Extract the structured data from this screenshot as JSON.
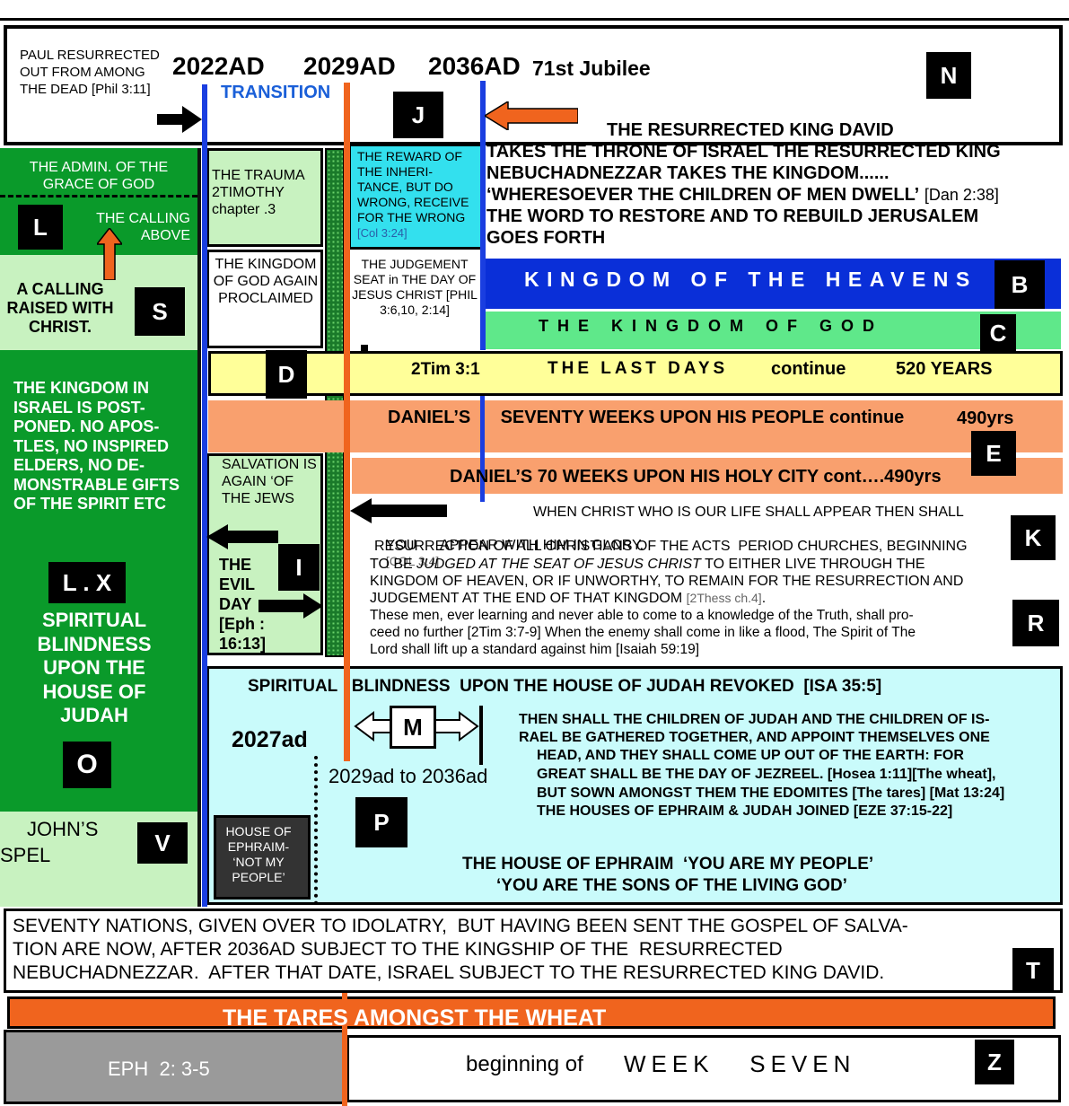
{
  "header": {
    "paul_text": "PAUL RESURRECTED OUT FROM AMONG THE DEAD [Phil 3:11]",
    "y2022": "2022AD",
    "y2029": "2029AD",
    "y2036": "2036AD",
    "jubilee": "71st Jubilee",
    "transition": "TRANSITION"
  },
  "labels": {
    "N": "N",
    "J": "J",
    "L": "L",
    "S": "S",
    "B": "B",
    "C": "C",
    "D": "D",
    "E": "E",
    "K": "K",
    "R": "R",
    "I": "I",
    "LX": "L . X",
    "O": "O",
    "V": "V",
    "M": "M",
    "P": "P",
    "T": "T",
    "Z": "Z"
  },
  "king_david": {
    "line1": "THE RESURRECTED KING DAVID",
    "line2": "TAKES THE THRONE OF ISRAEL   THE RESURRECTED KING",
    "line3": "NEBUCHADNEZZAR TAKES THE KINGDOM......",
    "line4a": "‘WHERESOEVER THE CHILDREN OF MEN DWELL’",
    "line4b": "[Dan 2:38]",
    "line5": "THE WORD TO RESTORE AND TO REBUILD JERUSALEM",
    "line6": "GOES FORTH"
  },
  "left": {
    "admin": "THE ADMIN. OF THE GRACE OF GOD",
    "calling_above": "THE CALLING ABOVE",
    "calling_raised": "A CALLING RAISED WITH CHRIST.",
    "kingdom_postponed": "THE KINGDOM IN ISRAEL IS POST-PONED. NO APOS-TLES, NO INSPIRED ELDERS, NO DE-MONSTRABLE GIFTS OF THE SPIRIT ETC",
    "spiritual_blindness": "SPIRITUAL BLINDNESS UPON THE HOUSE OF JUDAH",
    "johns_gospel_1": "JOHN’S",
    "johns_gospel_2": "SPEL"
  },
  "middle": {
    "trauma": "THE TRAUMA 2TIMOTHY chapter .3",
    "kingdom_proclaimed": "THE KINGDOM OF GOD AGAIN PROCLAIMED",
    "salvation": "SALVATION IS AGAIN ‘OF THE JEWS",
    "evil_day": "THE EVIL DAY [Eph : 16:13]",
    "reward": "THE REWARD OF THE INHERI-TANCE, BUT DO WRONG, RECEIVE FOR THE WRONG",
    "reward_ref": "[Col 3:24]",
    "judgement_seat": "THE JUDGEMENT SEAT in THE DAY OF JESUS CHRIST [PHIL 3:6,10, 2:14]"
  },
  "bands": {
    "heavens": "KINGDOM OF THE HEAVENS",
    "god": "THE KINGDOM OF GOD",
    "last_days_ref": "2Tim 3:1",
    "last_days": "THE LAST DAYS",
    "last_days_cont": "continue",
    "last_days_years": "520 YEARS",
    "daniel_people": "DANIEL’S      SEVENTY WEEKS UPON HIS PEOPLE continue",
    "daniel_people_years": "490yrs",
    "daniel_city": "DANIEL’S 70 WEEKS UPON HIS HOLY CITY cont….490yrs"
  },
  "christ": {
    "l1": "WHEN CHRIST WHO IS OUR LIFE SHALL APPEAR THEN SHALL",
    "l2a": "YOU      APPEAR WITH HIM IN GLORY.",
    "l2b": "[COL 3:4]",
    "l3": "RESURRECTION OF ALL CHRISTIANS OF THE ACTS  PERIOD CHURCHES, BEGINNING",
    "l4a": "TO BE",
    "l4b": "JUDGED  AT THE SEAT OF JESUS CHRIST",
    "l4c": "TO EITHER LIVE THROUGH THE",
    "l5": "KINGDOM OF HEAVEN, OR IF UNWORTHY, TO REMAIN FOR THE RESURRECTION AND",
    "l6a": "JUDGEMENT AT THE END OF THAT KINGDOM",
    "l6b": "[2Thess ch.4]",
    "l6c": ".",
    "l7": "These men, ever learning and never able to come to a knowledge of the Truth, shall pro-",
    "l8": "ceed no further [2Tim 3:7-9]  When the enemy shall come in like a flood, The Spirit of The",
    "l9": "Lord shall lift up a standard against him  [Isaiah 59:19]"
  },
  "judah": {
    "revoked": "SPIRITUAL   BLINDNESS  UPON THE HOUSE OF JUDAH REVOKED  [ISA 35:5]",
    "y2027": "2027ad",
    "range": "2029ad to 2036ad",
    "g1": "THEN SHALL THE CHILDREN OF JUDAH AND THE CHILDREN OF IS-",
    "g2": "RAEL BE GATHERED TOGETHER, AND APPOINT THEMSELVES ONE",
    "g3": "HEAD, AND THEY SHALL COME UP OUT OF THE EARTH: FOR",
    "g4": "GREAT SHALL BE THE DAY OF JEZREEL. [Hosea 1:11][The wheat],",
    "g5": "BUT SOWN AMONGST THEM THE EDOMITES [The tares] [Mat 13:24]",
    "g6": "THE HOUSES OF EPHRAIM & JUDAH JOINED  [EZE 37:15-22]",
    "ephraim_box": "HOUSE OF EPHRAIM- ‘NOT MY PEOPLE’",
    "my_people": "THE HOUSE OF EPHRAIM  ‘YOU ARE MY PEOPLE’",
    "sons": "‘YOU ARE THE SONS OF THE LIVING GOD’"
  },
  "nations": {
    "l1": "SEVENTY NATIONS, GIVEN OVER TO IDOLATRY,  BUT HAVING BEEN SENT THE GOSPEL OF SALVA-",
    "l2": "TION ARE NOW, AFTER 2036AD SUBJECT TO THE KINGSHIP OF THE  RESURRECTED",
    "l3": "NEBUCHADNEZZAR.  AFTER THAT DATE, ISRAEL SUBJECT TO THE RESURRECTED KING DAVID."
  },
  "bottom": {
    "tares": "THE TARES AMONGST THE WHEAT",
    "eph": "EPH  2: 3-5",
    "week7_a": "beginning of",
    "week7_b": "WEEK   SEVEN"
  },
  "colors": {
    "dark_green": "#0a9a2a",
    "light_green": "#c8f2c0",
    "mint": "#5fe88a",
    "blue": "#0a2fd8",
    "cyan": "#33e0ee",
    "light_cyan": "#c9fbfb",
    "yellow": "#ffff99",
    "salmon": "#f9a06e",
    "orange": "#f0641e",
    "gray": "#9a9a9a"
  }
}
